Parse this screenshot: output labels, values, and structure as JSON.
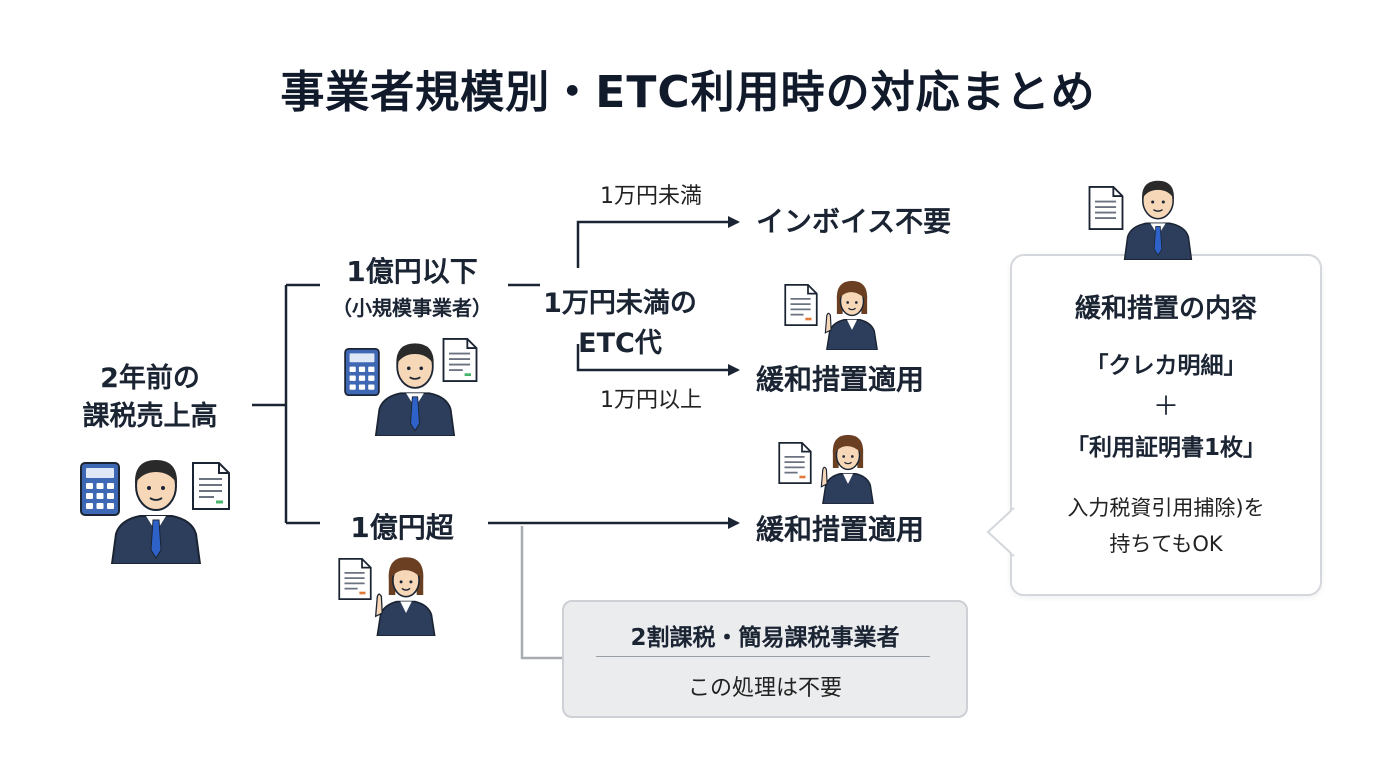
{
  "title": "事業者規模別・ETC利用時の対応まとめ",
  "root": {
    "line1": "2年前の",
    "line2": "課税売上高"
  },
  "small_business": {
    "line1": "1億円以下",
    "line2": "（小規模事業者）"
  },
  "large_business": {
    "label": "1億円超"
  },
  "etc_fee": {
    "line1": "1万円未満の",
    "line2": "ETC代"
  },
  "conditions": {
    "under": "1万円未満",
    "over": "1万円以上"
  },
  "results": {
    "no_invoice": "インボイス不要",
    "relief_1": "緩和措置適用",
    "relief_2": "緩和措置適用"
  },
  "callout": {
    "title": "緩和措置の内容",
    "item1": "「クレカ明細」",
    "plus": "＋",
    "item2": "「利用証明書1枚」",
    "note1": "入力税資引用捕除)を",
    "note2": "持ちてもOK"
  },
  "exception_box": {
    "title": "2割課税・簡易課税事業者",
    "subtitle": "この処理は不要"
  },
  "colors": {
    "navy": "#2c3e5c",
    "line": "#1b2433",
    "calculator": "#3f68b4",
    "tie": "#2f62c8",
    "skin": "#f6d7b8",
    "hair": "#2a2a2a",
    "female_hair": "#6a3f22",
    "gray_box": "#ebecee"
  }
}
